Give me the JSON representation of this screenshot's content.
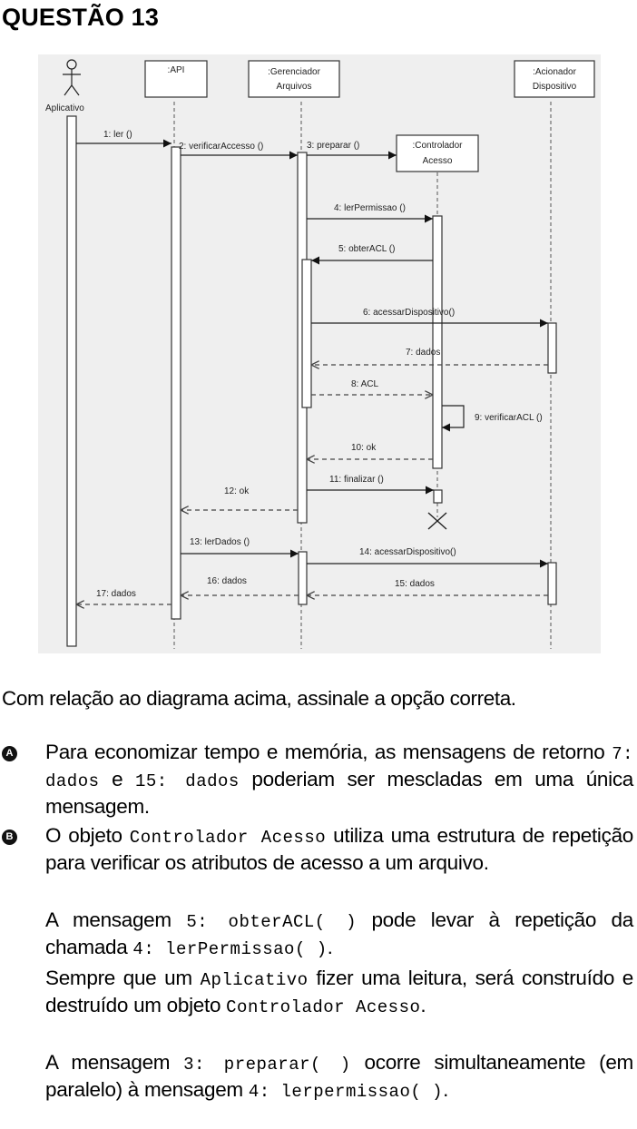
{
  "title": "QUESTÃO 13",
  "diagram": {
    "participants": [
      {
        "id": "app",
        "line1": "Aplicativo",
        "line2": ""
      },
      {
        "id": "api",
        "line1": ":API",
        "line2": ""
      },
      {
        "id": "gerenciador",
        "line1": ":Gerenciador",
        "line2": "Arquivos"
      },
      {
        "id": "controlador",
        "line1": ":Controlador",
        "line2": "Acesso"
      },
      {
        "id": "acionador",
        "line1": ":Acionador",
        "line2": "Dispositivo"
      }
    ],
    "messages": [
      {
        "id": "m1",
        "label": "1: ler ()",
        "kind": "call"
      },
      {
        "id": "m2",
        "label": "2: verificarAccesso ()",
        "kind": "call"
      },
      {
        "id": "m3",
        "label": "3: preparar ()",
        "kind": "create"
      },
      {
        "id": "m4",
        "label": "4: lerPermissao ()",
        "kind": "call"
      },
      {
        "id": "m5",
        "label": "5: obterACL ()",
        "kind": "call"
      },
      {
        "id": "m6",
        "label": "6: acessarDispositivo()",
        "kind": "call"
      },
      {
        "id": "m7",
        "label": "7: dados",
        "kind": "return"
      },
      {
        "id": "m8",
        "label": "8: ACL",
        "kind": "return"
      },
      {
        "id": "m9",
        "label": "9: verificarACL ()",
        "kind": "self"
      },
      {
        "id": "m10",
        "label": "10: ok",
        "kind": "return"
      },
      {
        "id": "m11",
        "label": "11: finalizar ()",
        "kind": "call"
      },
      {
        "id": "m12",
        "label": "12: ok",
        "kind": "return"
      },
      {
        "id": "m13",
        "label": "13: lerDados ()",
        "kind": "call"
      },
      {
        "id": "m14",
        "label": "14: acessarDispositivo()",
        "kind": "call"
      },
      {
        "id": "m15",
        "label": "15: dados",
        "kind": "return"
      },
      {
        "id": "m16",
        "label": "16: dados",
        "kind": "return"
      },
      {
        "id": "m17",
        "label": "17: dados",
        "kind": "return"
      }
    ]
  },
  "question": "Com relação ao diagrama acima, assinale a opção correta.",
  "options": {
    "a": {
      "badge": "A",
      "t1": "Para economizar tempo e memória, as mensagens de retorno ",
      "c1": "7: dados",
      "t2": " e ",
      "c2": "15: dados",
      "t3": " poderiam ser mescladas em uma única mensagem."
    },
    "b": {
      "badge": "B",
      "t1": "O objeto ",
      "c1": "Controlador Acesso",
      "t2": " utiliza uma estrutura de repetição para verificar os atributos de acesso a um arquivo."
    },
    "c": {
      "t1": "A mensagem ",
      "c1": "5: obterACL( )",
      "t2": " pode levar à repetição da chamada ",
      "c2": "4: lerPermissao( )",
      "t3": "."
    },
    "d": {
      "t1": "Sempre que um ",
      "c1": "Aplicativo",
      "t2": " fizer uma leitura, será construído e destruído um objeto ",
      "c2": "Controlador Acesso",
      "t3": "."
    },
    "e": {
      "t1": "A mensagem ",
      "c1": "3: preparar( )",
      "t2": " ocorre simultaneamente (em paralelo) à mensagem ",
      "c2": "4: lerpermissao( )",
      "t3": "."
    }
  }
}
